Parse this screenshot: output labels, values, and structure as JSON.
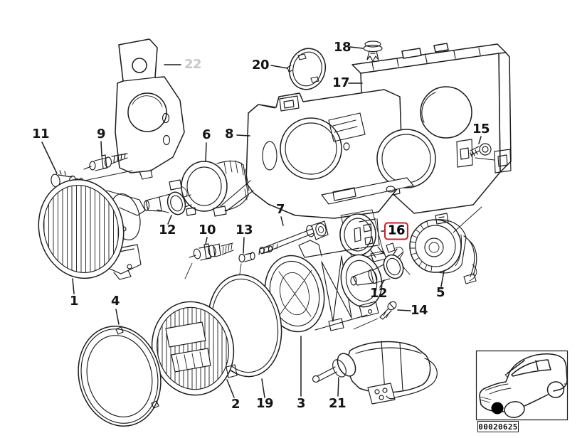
{
  "diagram": {
    "highlighted_part": "16",
    "colors": {
      "line": "#1c1c1c",
      "highlight_box": "#cb1f23",
      "muted_label": "#c7c7c7",
      "background": "#ffffff"
    }
  },
  "part_labels": [
    {
      "text": "1"
    },
    {
      "text": "2"
    },
    {
      "text": "3"
    },
    {
      "text": "4"
    },
    {
      "text": "5"
    },
    {
      "text": "6"
    },
    {
      "text": "7"
    },
    {
      "text": "8"
    },
    {
      "text": "9"
    },
    {
      "text": "10"
    },
    {
      "text": "11"
    },
    {
      "text": "12"
    },
    {
      "text": "12"
    },
    {
      "text": "13"
    },
    {
      "text": "14"
    },
    {
      "text": "15"
    },
    {
      "text": "16"
    },
    {
      "text": "17"
    },
    {
      "text": "18"
    },
    {
      "text": "19"
    },
    {
      "text": "20"
    },
    {
      "text": "21"
    },
    {
      "text": "22"
    }
  ],
  "inset": {
    "diagram_id": "00020625",
    "car_icon": "sedan-front-three-quarter",
    "marker": "headlight-location"
  }
}
